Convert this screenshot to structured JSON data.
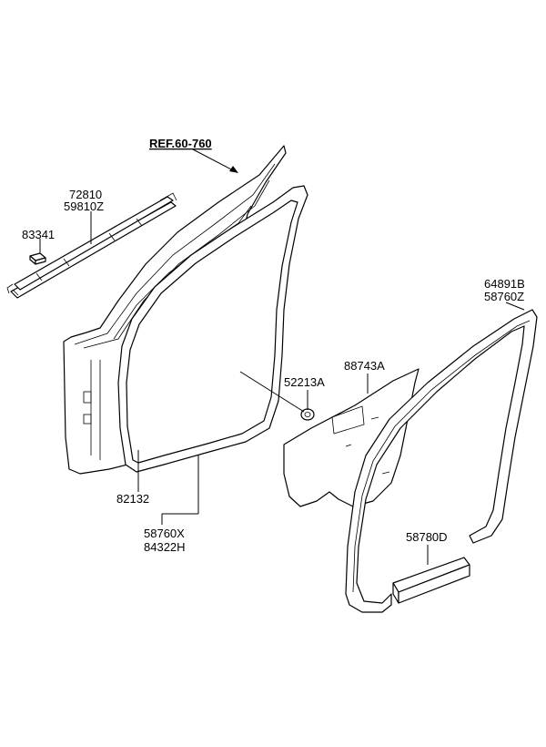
{
  "labels": {
    "ref": "REF.60-760",
    "p72810": "72810",
    "p59810z": "59810Z",
    "p83341": "83341",
    "p82132": "82132",
    "p58760x": "58760X",
    "p84322h": "84322H",
    "p52213a": "52213A",
    "p88743a": "88743A",
    "p64891b": "64891B",
    "p58760z": "58760Z",
    "p58780d": "58780D"
  }
}
